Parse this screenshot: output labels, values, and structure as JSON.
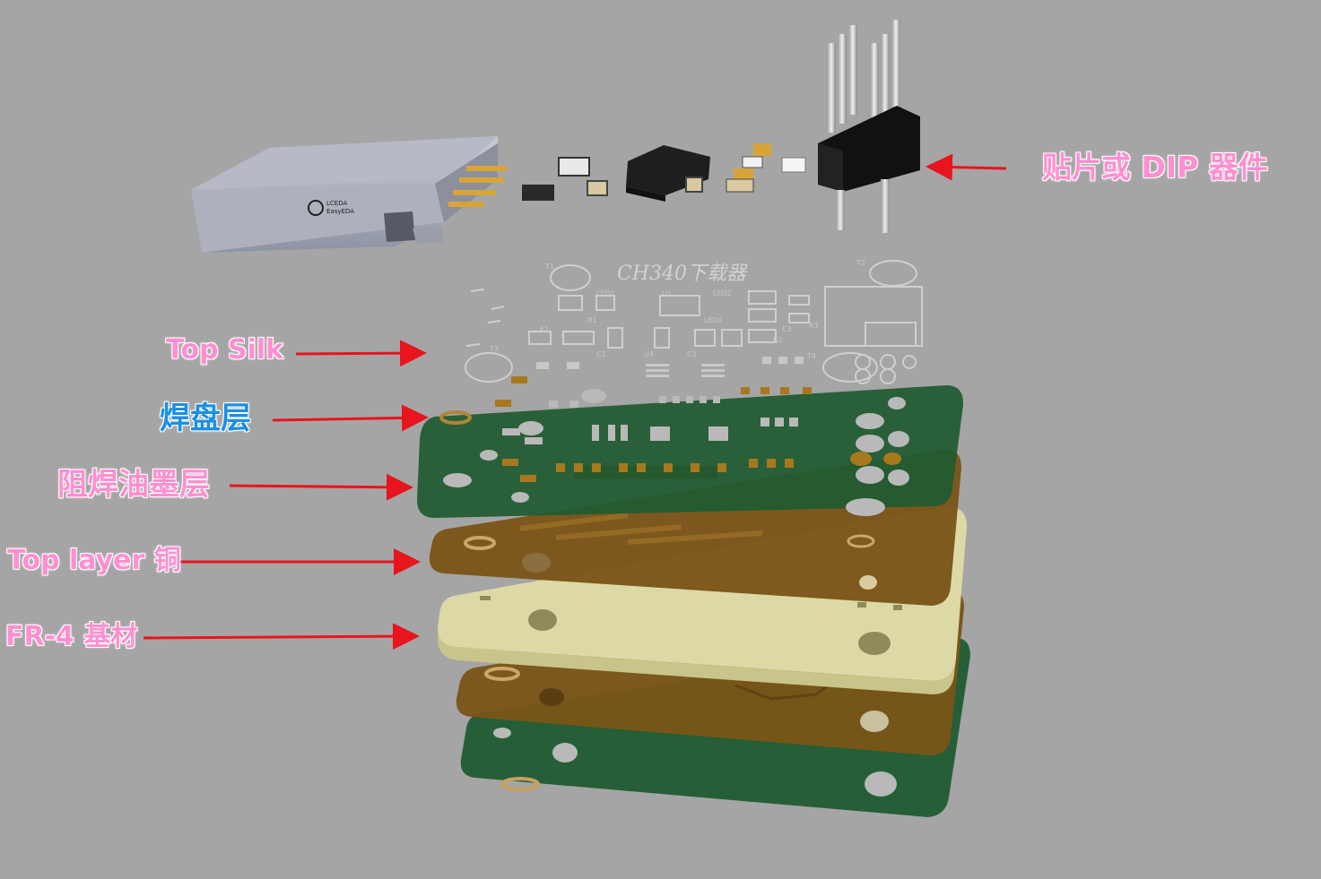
{
  "labels": {
    "components": "贴片或 DIP 器件",
    "top_silk": "Top Silk",
    "pad_layer": "焊盘层",
    "solder_mask": "阻焊油墨层",
    "top_copper": "Top layer 铜",
    "fr4": "FR-4 基材"
  },
  "board_title": "CH340下载器",
  "usb_logo_line1": "LCEDA",
  "usb_logo_line2": "EasyEDA",
  "designators": {
    "t1": "T1",
    "t2": "T2",
    "t3": "T3",
    "t4": "T4",
    "led1": "LED1",
    "led2": "LED2",
    "led4": "LED4",
    "u1": "U1",
    "r1": "R1",
    "r2": "R2",
    "r3": "R3",
    "f1": "F1",
    "c1": "C1",
    "c2": "C2",
    "c3": "C3",
    "u4": "U4"
  },
  "colors": {
    "background": "#a5a5a5",
    "label_pink": "#ff8fd0",
    "label_blue": "#1a8fe6",
    "arrow": "#e8141e",
    "solder_mask": "#1f5a30",
    "copper": "#7a5418",
    "fr4": "#ddd9a6",
    "silk": "#d0d0d0"
  }
}
